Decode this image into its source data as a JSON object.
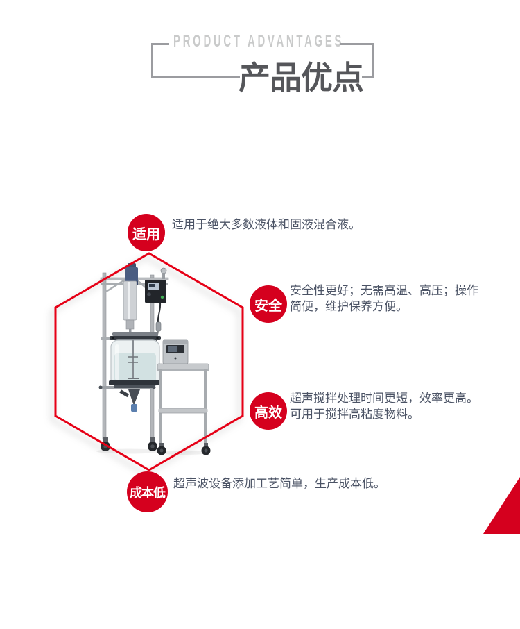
{
  "page": {
    "background": "#ffffff"
  },
  "header": {
    "title_en": "PRODUCT ADVANTAGES",
    "title_cn": "产品优点"
  },
  "colors": {
    "badge_red": "#d5001e",
    "hexagon_red": "#e60016",
    "body_text": "#4b5365",
    "title_en_gray": "#c9caca",
    "title_cn_gray": "#55565a",
    "bracket_gray": "#9b9ca0"
  },
  "illustration": {
    "name": "ultrasonic-stirring-glass-reactor-photo"
  },
  "advantages": [
    {
      "badge": "适用",
      "lines": [
        "适用于绝大多数液体和固液混合液。"
      ]
    },
    {
      "badge": "安全",
      "lines": [
        "安全性更好；无需高温、高压；操作",
        "简便，维护保养方便。"
      ]
    },
    {
      "badge": "高效",
      "lines": [
        "超声搅拌处理时间更短，效率更高。",
        "可用于搅拌高粘度物料。"
      ]
    },
    {
      "badge": "成本低",
      "lines": [
        "超声波设备添加工艺简单，生产成本低。"
      ]
    }
  ]
}
